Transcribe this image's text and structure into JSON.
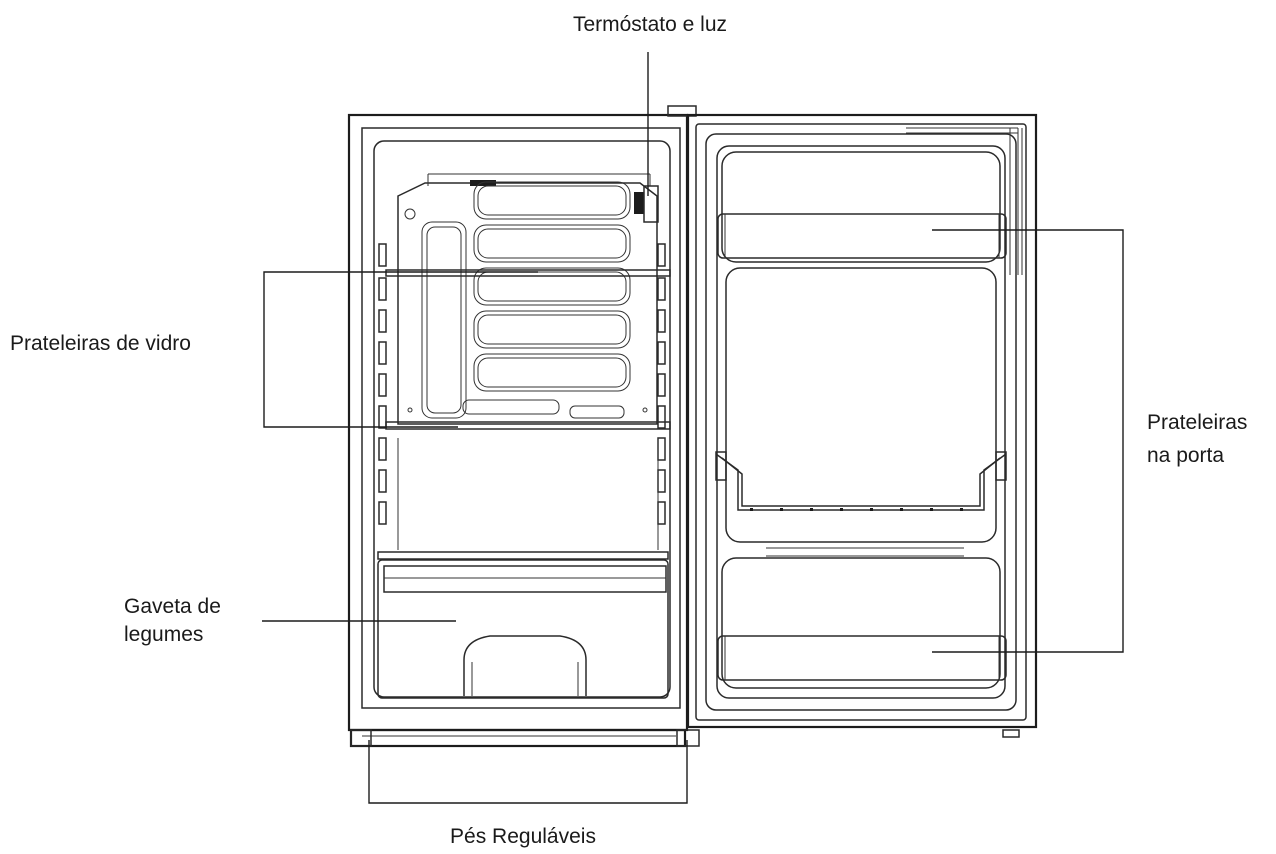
{
  "labels": {
    "thermostat": "Termóstato e luz",
    "glass_shelves": "Prateleiras  de vidro",
    "door_shelves_1": "Prateleiras",
    "door_shelves_2": "na porta",
    "crisper_1": "Gaveta de",
    "crisper_2": "legumes",
    "feet": "Pés Reguláveis"
  }
}
